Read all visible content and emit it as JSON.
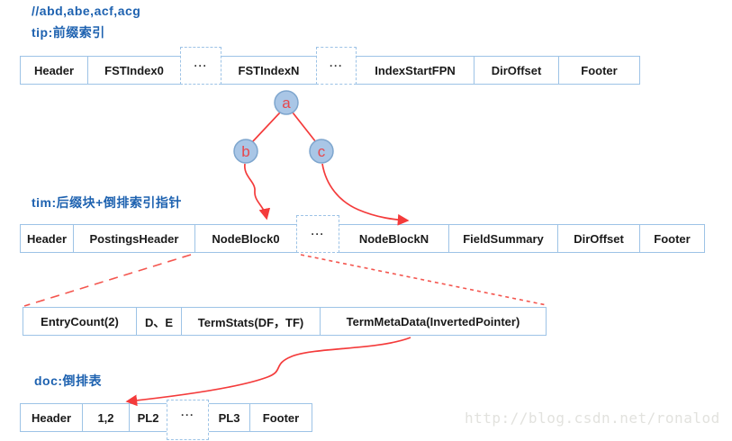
{
  "colors": {
    "box_border": "#9dc3e6",
    "heading_blue": "#1e62b0",
    "arrow_red": "#f43b3b",
    "tree_node_fill": "#a9c6e6",
    "tree_node_stroke": "#7ea6ce",
    "cell_text": "#1a1a1a",
    "watermark_gray": "#e2e2de"
  },
  "notes": {
    "comment": "//abd,abe,acf,acg",
    "tip": "tip:前缀索引",
    "tim": "tim:后缀块+倒排索引指针",
    "doc": "doc:倒排表"
  },
  "tree": {
    "node_a": "a",
    "node_b": "b",
    "node_c": "c"
  },
  "tip_file_row": {
    "cells": [
      "Header",
      "FSTIndex0",
      "···",
      "FSTIndexN",
      "···",
      "IndexStartFPN",
      "DirOffset",
      "Footer"
    ]
  },
  "tim_file_row": {
    "cells": [
      "Header",
      "PostingsHeader",
      "NodeBlock0",
      "···",
      "NodeBlockN",
      "FieldSummary",
      "DirOffset",
      "Footer"
    ]
  },
  "node_block_row": {
    "cells": [
      "EntryCount(2)",
      "D、E",
      "TermStats(DF，TF)",
      "TermMetaData(InvertedPointer)"
    ]
  },
  "doc_file_row": {
    "cells": [
      "Header",
      "1,2",
      "PL2",
      "···",
      "PL3",
      "Footer"
    ]
  },
  "watermark": "http://blog.csdn.net/ronalod"
}
